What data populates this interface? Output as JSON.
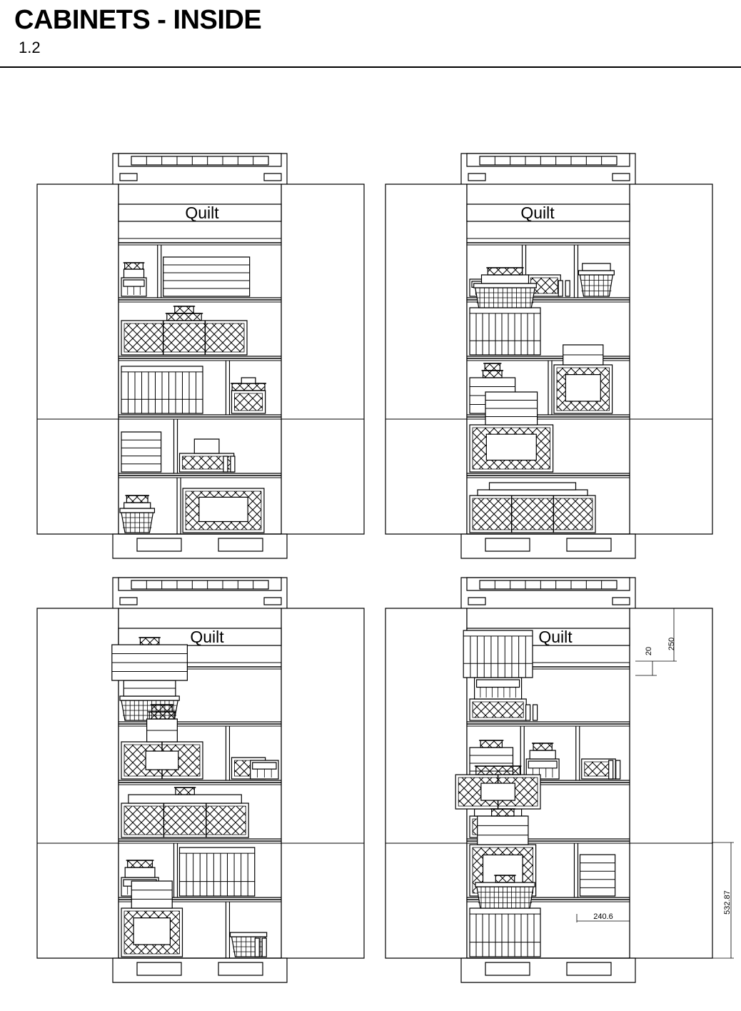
{
  "header": {
    "title": "CABINETS - INSIDE",
    "subtitle": "1.2"
  },
  "label": "Quilt",
  "dimensions": {
    "top_height": "250",
    "top_gap": "20",
    "bottom_height": "532.87",
    "shelf_width": "240.6"
  },
  "colors": {
    "line": "#000000",
    "background": "#ffffff"
  },
  "elevations": [
    {
      "id": "top-left",
      "shelves": [
        [
          {
            "w": 0.24,
            "items": [
              [
                "crate",
                0.75,
                26
              ],
              [
                "box",
                0.6,
                12
              ],
              [
                "basket",
                0.55,
                9
              ]
            ]
          },
          {
            "w": 0.76,
            "items": [
              [
                "box",
                0.75,
                55
              ]
            ]
          }
        ],
        [
          {
            "w": 1,
            "items": [
              [
                "crosscrate",
                0.8,
                48,
                3
              ],
              [
                "basket",
                0.22,
                10
              ],
              [
                "basket",
                0.12,
                10
              ]
            ]
          }
        ],
        [
          {
            "w": 0.66,
            "items": [
              [
                "filecrate",
                0.8,
                66
              ]
            ]
          },
          {
            "w": 0.34,
            "items": [
              [
                "crosscrate",
                0.72,
                32,
                1
              ],
              [
                "basket",
                0.7,
                10
              ],
              [
                "box",
                0.3,
                8
              ]
            ]
          }
        ],
        [
          {
            "w": 0.34,
            "items": [
              [
                "box",
                0.8,
                56
              ]
            ]
          },
          {
            "w": 0.66,
            "items": [
              [
                "crosscrate",
                0.55,
                26,
                0
              ],
              [
                "box",
                0.25,
                20
              ],
              [
                "rods",
                0.15,
                22
              ]
            ]
          }
        ],
        [
          {
            "w": 0.36,
            "items": [
              [
                "wirebasket",
                0.6,
                34
              ],
              [
                "box",
                0.5,
                8
              ],
              [
                "basket",
                0.4,
                10
              ]
            ]
          },
          {
            "w": 0.64,
            "items": [
              [
                "crosscrate",
                0.85,
                62,
                0
              ]
            ]
          }
        ]
      ]
    },
    {
      "id": "top-right",
      "shelves": [
        [
          {
            "w": 0.34,
            "items": [
              [
                "crate",
                0.72,
                24
              ],
              [
                "crate",
                0.55,
                22
              ]
            ]
          },
          {
            "w": 0.32,
            "items": [
              [
                "crosscrate",
                0.75,
                30,
                1
              ],
              [
                "rods",
                0.3,
                22
              ]
            ]
          },
          {
            "w": 0.34,
            "items": [
              [
                "wirebasket",
                0.7,
                36
              ],
              [
                "box",
                0.6,
                10
              ]
            ]
          }
        ],
        [
          {
            "w": 1,
            "items": [
              [
                "filecrate",
                0.45,
                66
              ],
              [
                "wirebasket",
                0.38,
                34
              ],
              [
                "box",
                0.3,
                12
              ],
              [
                "basket",
                0.22,
                10
              ]
            ]
          }
        ],
        [
          {
            "w": 0.5,
            "items": [
              [
                "box",
                0.6,
                50
              ],
              [
                "basket",
                0.25,
                10
              ],
              [
                "basket",
                0.2,
                10
              ]
            ]
          },
          {
            "w": 0.5,
            "items": [
              [
                "crosscrate",
                0.8,
                68,
                0
              ],
              [
                "box",
                0.55,
                28
              ]
            ]
          }
        ],
        [
          {
            "w": 1,
            "items": [
              [
                "crosscrate",
                0.53,
                66,
                0
              ],
              [
                "box",
                0.33,
                46
              ]
            ]
          }
        ],
        [
          {
            "w": 1,
            "items": [
              [
                "crosscrate",
                0.8,
                52,
                3
              ],
              [
                "box",
                0.7,
                8
              ],
              [
                "box",
                0.55,
                10
              ]
            ]
          }
        ]
      ]
    },
    {
      "id": "bottom-left",
      "shelves": [
        [
          {
            "w": 1,
            "items": [
              [
                "wirebasket",
                0.36,
                34
              ],
              [
                "box",
                0.33,
                22
              ],
              [
                "box",
                0.48,
                50
              ],
              [
                "basket",
                0.12,
                10
              ]
            ]
          }
        ],
        [
          {
            "w": 0.66,
            "items": [
              [
                "crosscrate",
                0.8,
                52,
                2
              ],
              [
                "box",
                0.3,
                32
              ],
              [
                "basket",
                0.25,
                10
              ],
              [
                "basket",
                0.2,
                10
              ]
            ]
          },
          {
            "w": 0.34,
            "items": [
              [
                "crosscrate",
                0.72,
                30,
                1
              ],
              [
                "crate",
                0.6,
                26
              ]
            ]
          }
        ],
        [
          {
            "w": 1,
            "items": [
              [
                "crosscrate",
                0.81,
                48,
                3
              ],
              [
                "box",
                0.72,
                12
              ],
              [
                "basket",
                0.12,
                10
              ]
            ]
          }
        ],
        [
          {
            "w": 0.34,
            "items": [
              [
                "crate",
                0.75,
                26
              ],
              [
                "box",
                0.6,
                14
              ],
              [
                "basket",
                0.5,
                10
              ]
            ]
          },
          {
            "w": 0.66,
            "items": [
              [
                "filecrate",
                0.76,
                68
              ]
            ]
          }
        ],
        [
          {
            "w": 0.66,
            "items": [
              [
                "crosscrate",
                0.6,
                68,
                0
              ],
              [
                "box",
                0.4,
                38
              ]
            ]
          },
          {
            "w": 0.34,
            "items": [
              [
                "wirebasket",
                0.72,
                34
              ],
              [
                "rods",
                0.5,
                26
              ]
            ]
          }
        ]
      ]
    },
    {
      "id": "bottom-right",
      "shelves": [
        [
          {
            "w": 1,
            "items": [
              [
                "crosscrate",
                0.36,
                30,
                0
              ],
              [
                "crate",
                0.3,
                30
              ],
              [
                "rods",
                0.05,
                22
              ],
              [
                "filecrate",
                0.44,
                66
              ]
            ]
          }
        ],
        [
          {
            "w": 0.33,
            "items": [
              [
                "box",
                0.9,
                44
              ],
              [
                "basket",
                0.45,
                10
              ]
            ]
          },
          {
            "w": 0.34,
            "items": [
              [
                "crate",
                0.7,
                28
              ],
              [
                "box",
                0.55,
                12
              ],
              [
                "basket",
                0.4,
                10
              ]
            ]
          },
          {
            "w": 0.33,
            "items": [
              [
                "crosscrate",
                0.75,
                28,
                1
              ],
              [
                "rods",
                0.4,
                26
              ]
            ]
          }
        ],
        [
          {
            "w": 1,
            "items": [
              [
                "crosscrate",
                0.36,
                30,
                1
              ],
              [
                "box",
                0.3,
                10
              ],
              [
                "crosscrate",
                0.54,
                48,
                2
              ],
              [
                "basket",
                0.28,
                12
              ]
            ]
          }
        ],
        [
          {
            "w": 0.66,
            "items": [
              [
                "crosscrate",
                0.65,
                72,
                0
              ],
              [
                "box",
                0.5,
                40
              ],
              [
                "basket",
                0.22,
                10
              ]
            ]
          },
          {
            "w": 0.34,
            "items": [
              [
                "box",
                0.75,
                58
              ]
            ]
          }
        ],
        [
          {
            "w": 1,
            "items": [
              [
                "filecrate",
                0.45,
                68
              ],
              [
                "wirebasket",
                0.36,
                36
              ],
              [
                "basket",
                0.12,
                10
              ]
            ]
          }
        ]
      ]
    }
  ]
}
